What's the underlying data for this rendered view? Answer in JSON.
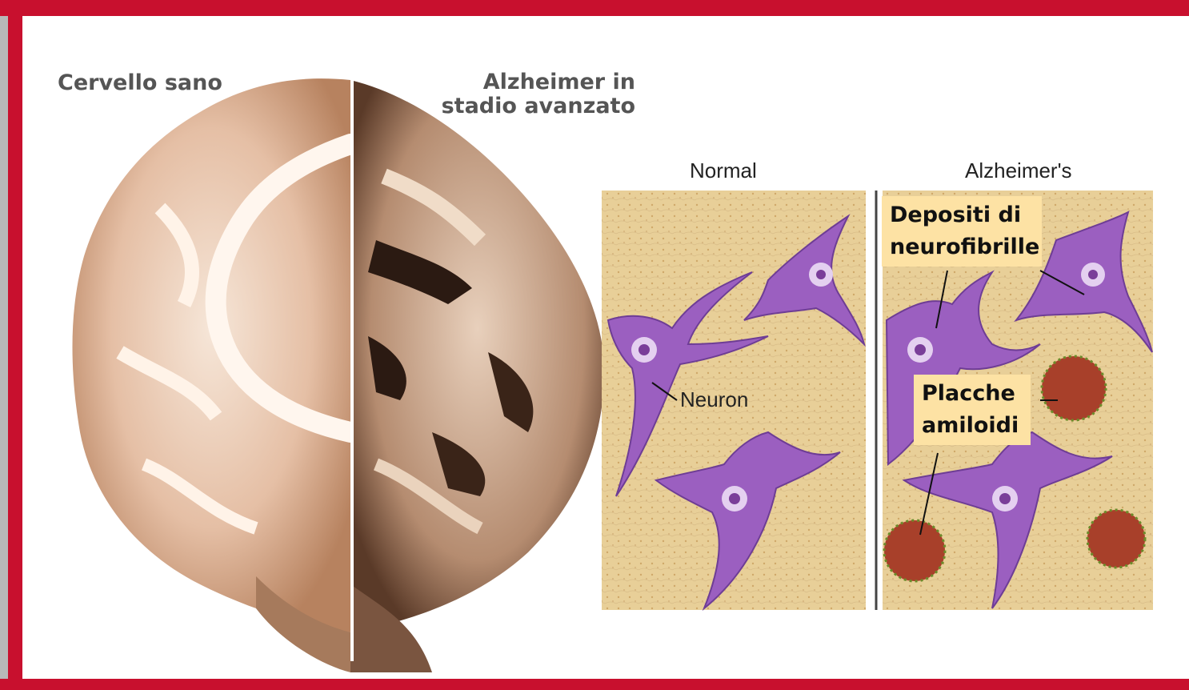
{
  "labels": {
    "healthy_brain": "Cervello sano",
    "advanced_alzheimer_line1": "Alzheimer in",
    "advanced_alzheimer_line2": "stadio avanzato"
  },
  "panels": {
    "normal_title": "Normal",
    "alzheimer_title": "Alzheimer's",
    "neuron_label": "Neuron"
  },
  "callouts": {
    "neurofibrils_line1": "Depositi di",
    "neurofibrils_line2": "neurofibrille",
    "plaques_line1": "Placche",
    "plaques_line2": "amiloidi"
  },
  "colors": {
    "frame_red": "#c8102e",
    "callout_bg": "#fde2a4",
    "neuron_purple": "#9b5fc0",
    "tissue_beige": "#e8cf98"
  }
}
